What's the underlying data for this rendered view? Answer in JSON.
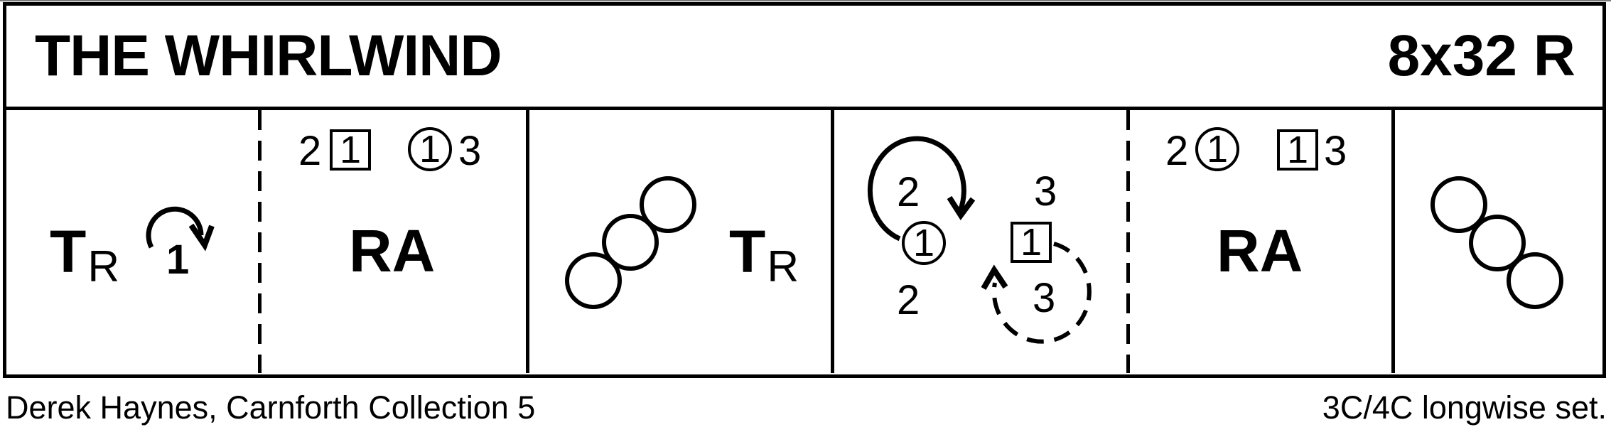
{
  "header": {
    "title": "THE WHIRLWIND",
    "code": "8x32 R"
  },
  "footer": {
    "credit": "Derek Haynes, Carnforth Collection 5",
    "set_type": "3C/4C longwise set."
  },
  "colors": {
    "ink": "#000000",
    "paper": "#ffffff"
  },
  "bars": {
    "bar1": {
      "figure": "T",
      "figure_sub": "R",
      "couple": "1"
    },
    "bar2": {
      "left": "2",
      "man": "1",
      "lady": "1",
      "right": "3",
      "figure": "RA"
    },
    "bar3": {
      "figure": "T",
      "figure_sub": "R"
    },
    "bar4": {
      "top_left": "2",
      "lady": "1",
      "bottom_left": "2",
      "top_right": "3",
      "man": "1",
      "bottom_right": "3"
    },
    "bar5": {
      "left": "2",
      "lady": "1",
      "man": "1",
      "right": "3",
      "figure": "RA"
    }
  }
}
